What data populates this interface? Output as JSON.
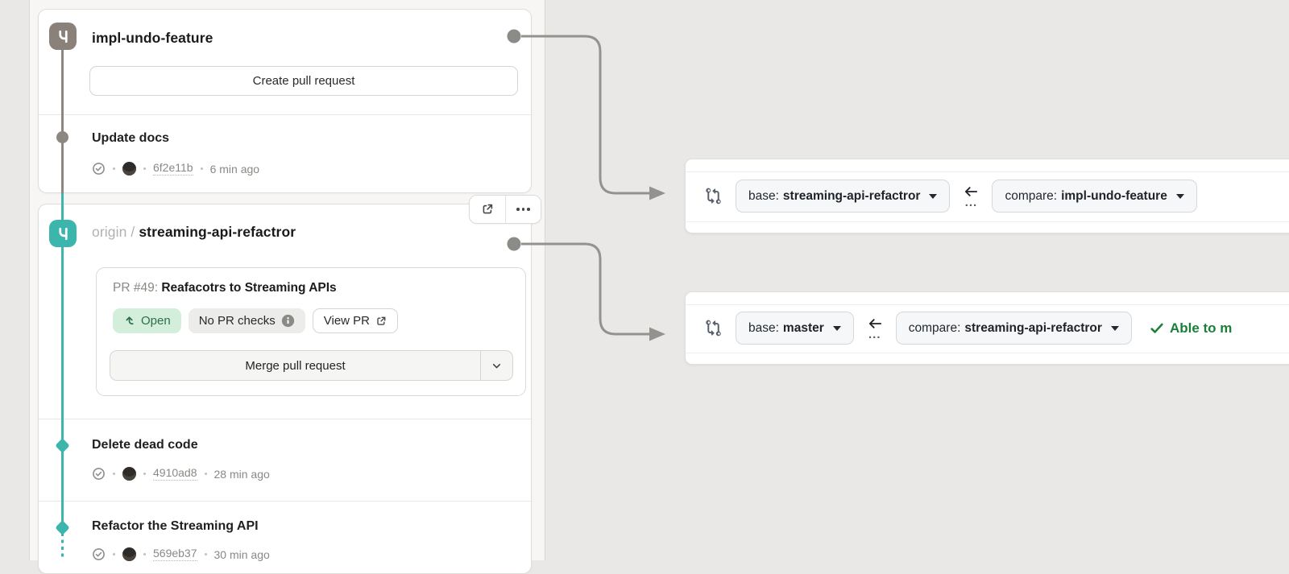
{
  "left_panel": {
    "card1": {
      "branch_name": "impl-undo-feature",
      "create_pr_button": "Create pull request",
      "commit": {
        "title": "Update docs",
        "hash": "6f2e11b",
        "time": "6 min ago"
      }
    },
    "card2": {
      "remote": "origin",
      "slash": "/",
      "branch_name": "streaming-api-refactror",
      "pr_card": {
        "number_label": "PR #49:",
        "title": "Reafacotrs to Streaming APIs",
        "open_badge": "Open",
        "checks_badge": "No PR checks",
        "view_pr_button": "View PR",
        "merge_button": "Merge pull request"
      },
      "commit1": {
        "title": "Delete dead code",
        "hash": "4910ad8",
        "time": "28 min ago"
      },
      "commit2": {
        "title": "Refactor the Streaming API",
        "hash": "569eb37",
        "time": "30 min ago"
      }
    }
  },
  "compare_bars": {
    "bar1": {
      "base_label": "base:",
      "base_branch": "streaming-api-refactror",
      "range_dots": "...",
      "compare_label": "compare:",
      "compare_branch": "impl-undo-feature"
    },
    "bar2": {
      "base_label": "base:",
      "base_branch": "master",
      "range_dots": "...",
      "compare_label": "compare:",
      "compare_branch": "streaming-api-refactror",
      "merge_status": "Able to m"
    }
  },
  "colors": {
    "teal": "#3cb5ac",
    "lane_gray": "#8c8781",
    "arrow_gray": "#93928e",
    "open_badge_bg": "#d3efdc",
    "open_badge_text": "#2c6e49",
    "merge_ok_green": "#1a7f37",
    "canvas_bg": "#e9e8e6"
  }
}
